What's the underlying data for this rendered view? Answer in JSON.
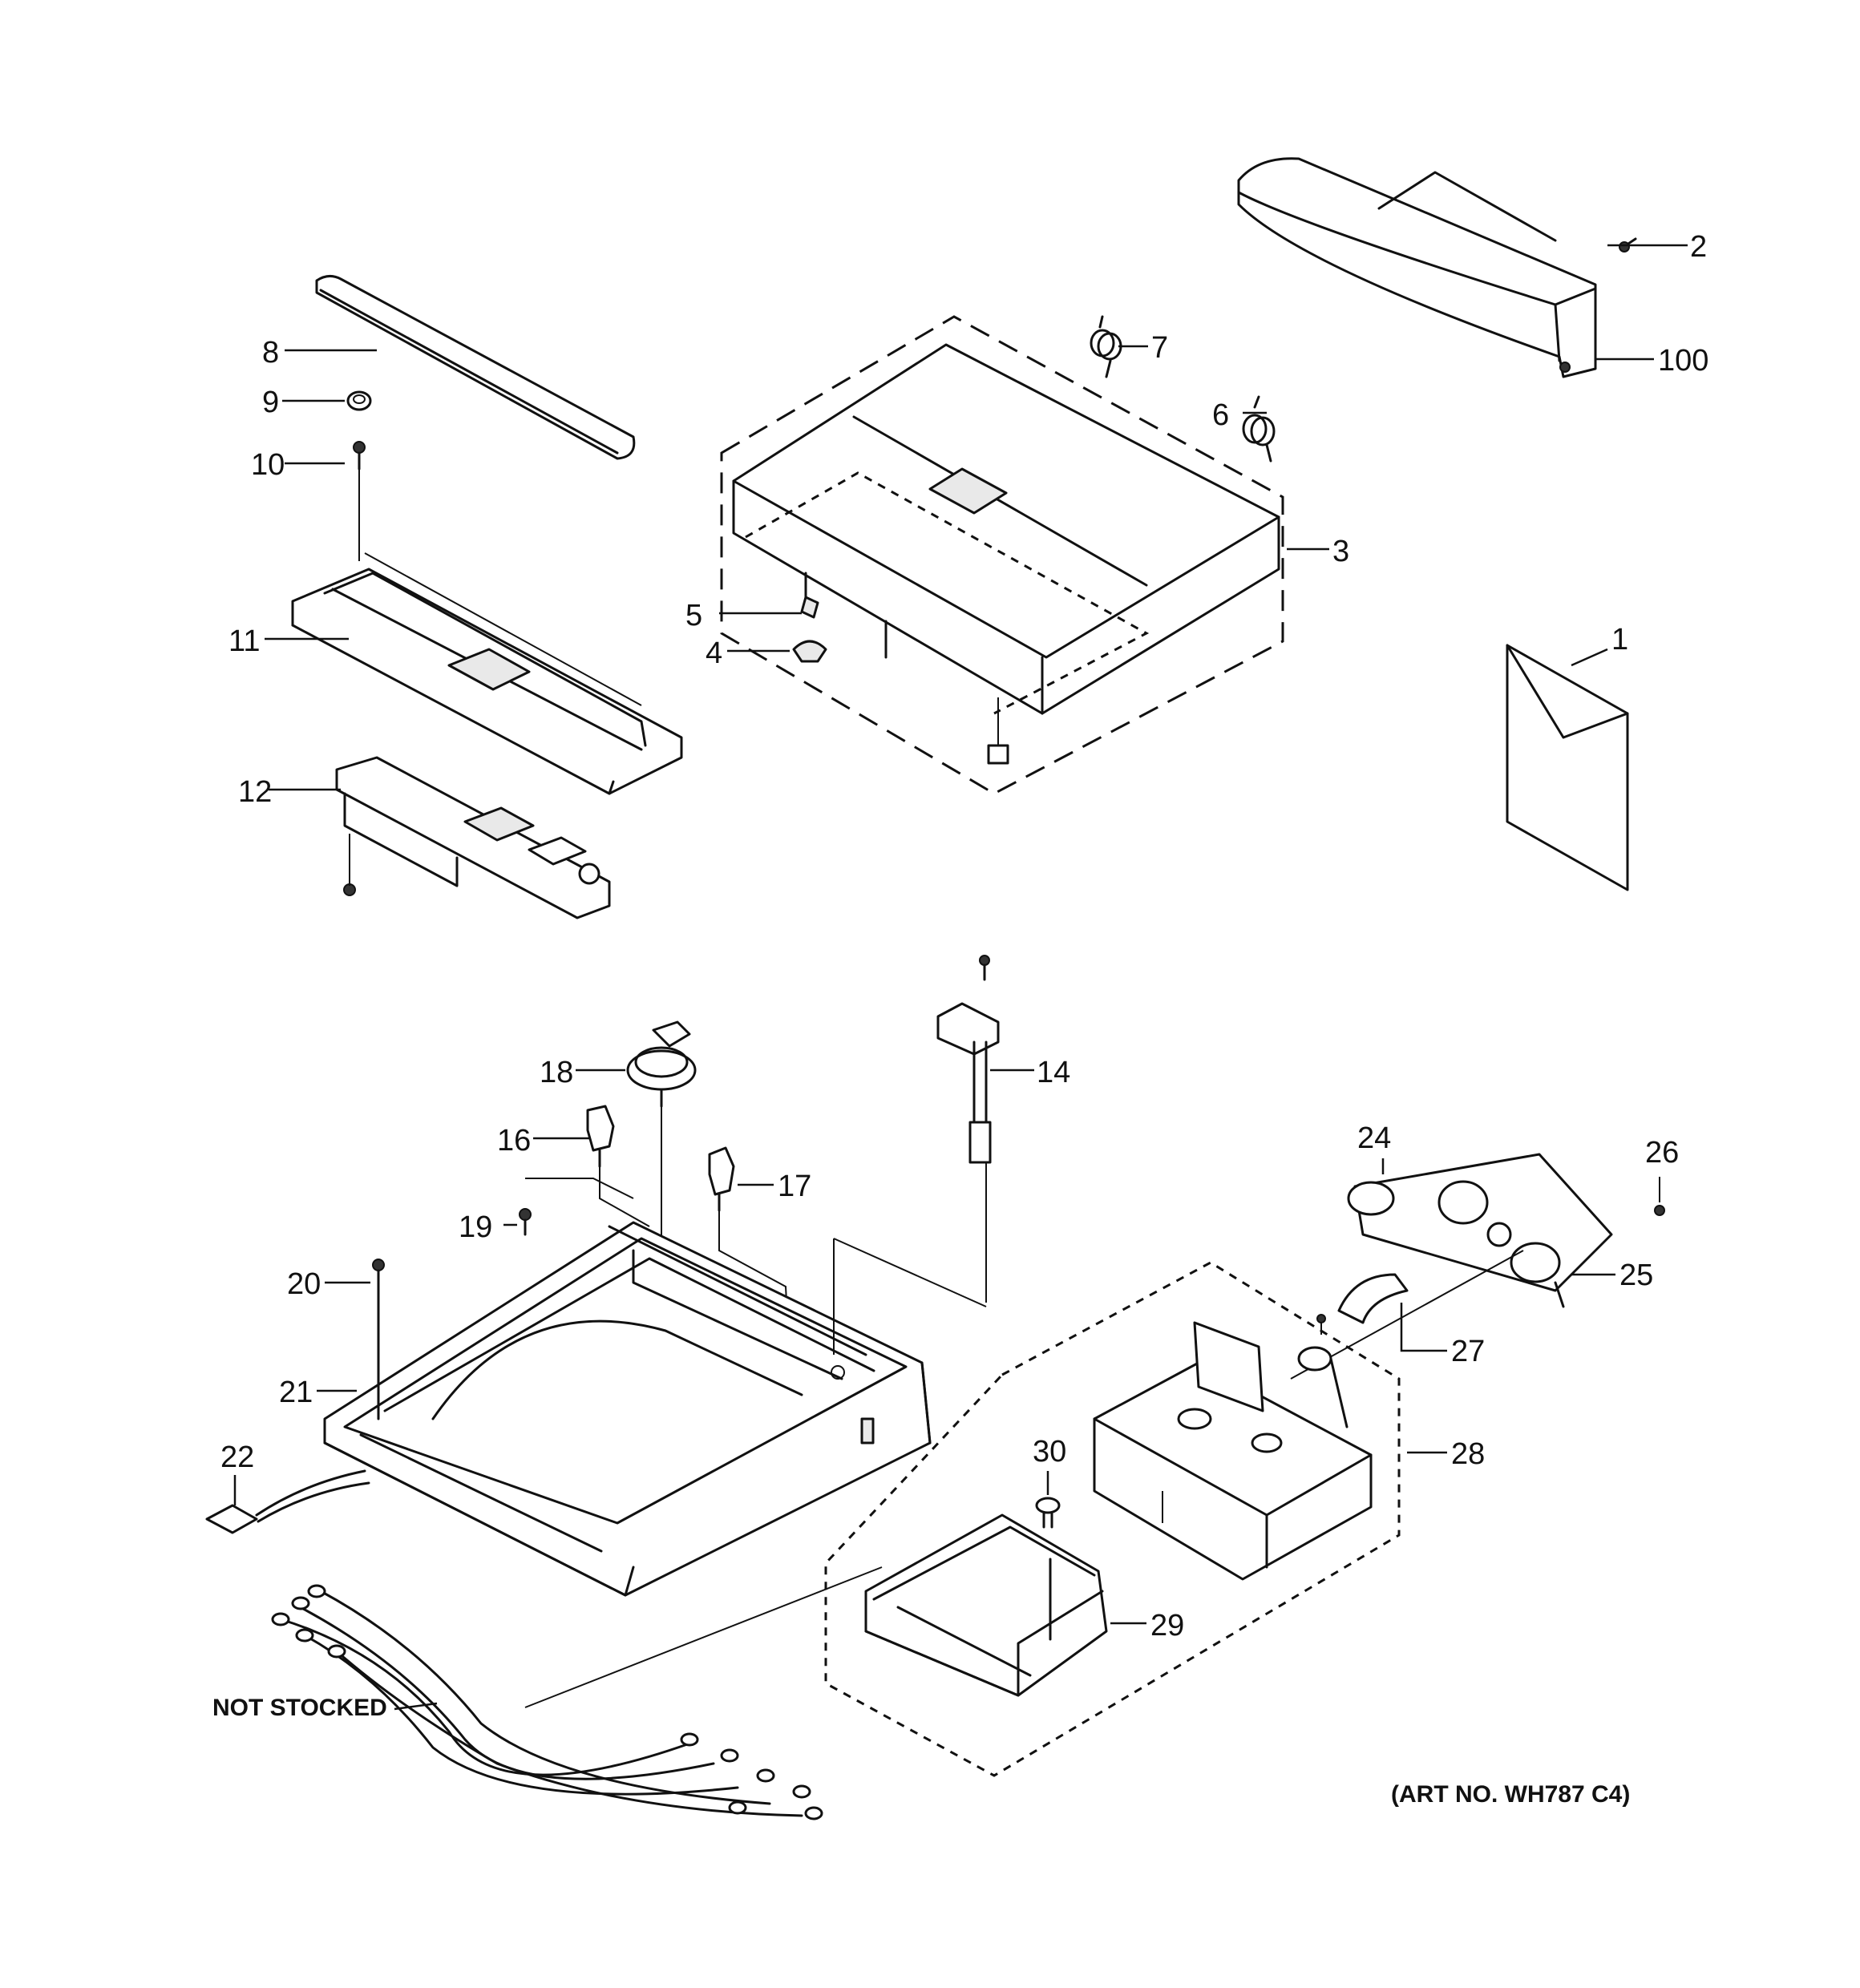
{
  "diagram": {
    "callouts": {
      "c1": "1",
      "c2": "2",
      "c3": "3",
      "c4": "4",
      "c5": "5",
      "c6": "6",
      "c7": "7",
      "c8": "8",
      "c9": "9",
      "c10": "10",
      "c11": "11",
      "c12": "12",
      "c14": "14",
      "c16": "16",
      "c17": "17",
      "c18": "18",
      "c19": "19",
      "c20": "20",
      "c21": "21",
      "c22": "22",
      "c24": "24",
      "c25": "25",
      "c26": "26",
      "c27": "27",
      "c28": "28",
      "c29": "29",
      "c30": "30",
      "c100": "100"
    },
    "not_stocked_label": "NOT STOCKED",
    "art_number": "(ART NO. WH787 C4)"
  }
}
